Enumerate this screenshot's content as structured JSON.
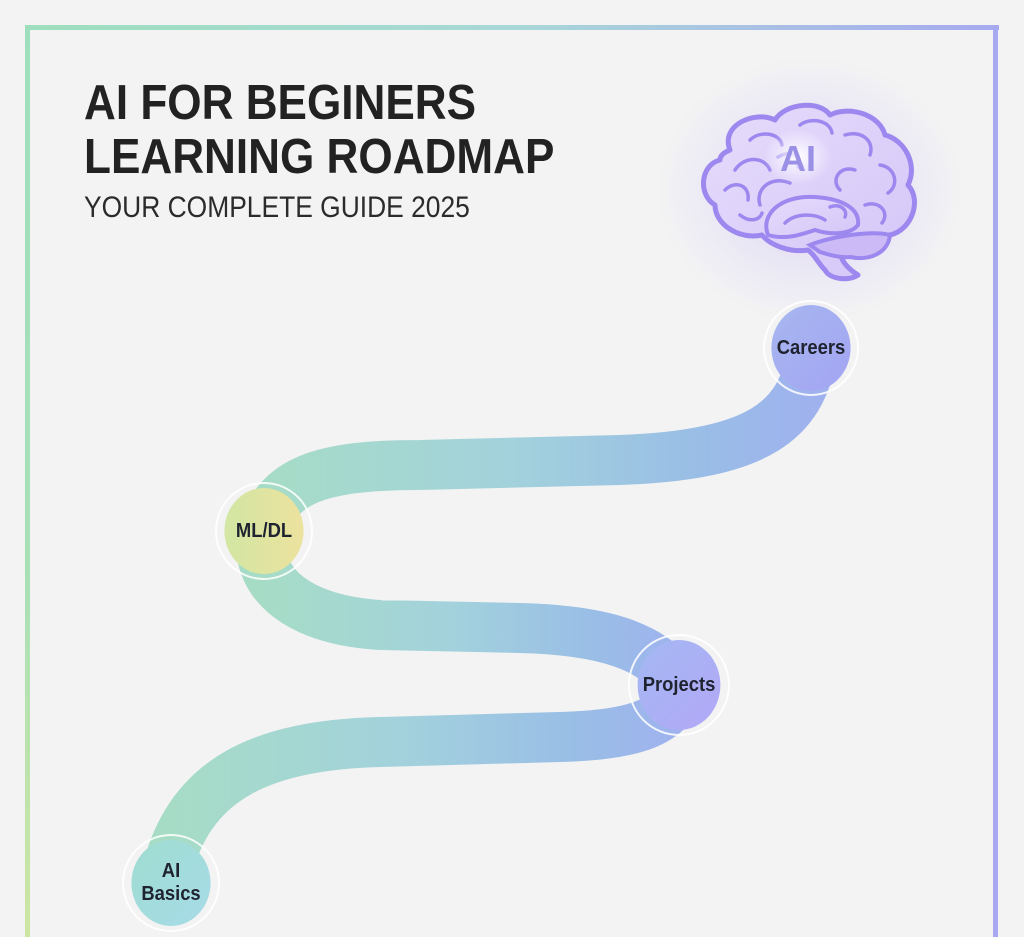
{
  "title": {
    "line1": "AI FOR BEGINERS",
    "line2": "LEARNING ROADMAP",
    "subtitle": "YOUR COMPLETE GUIDE 2025"
  },
  "brain": {
    "label": "AI",
    "icon": "brain-icon",
    "outline_color": "#9c88ee",
    "fill_color": "#ddd2fa"
  },
  "roadmap": {
    "stops": [
      {
        "label_line1": "AI",
        "label_line2": "Basics",
        "color_from": "#9fdcd0",
        "color_to": "#a7dbe8"
      },
      {
        "label": "Projects",
        "color_from": "#a4b8f3",
        "color_to": "#b2a8f6"
      },
      {
        "label": "ML/DL",
        "color_from": "#d2e6a3",
        "color_to": "#ece29e"
      },
      {
        "label": "Careers",
        "color_from": "#a4acf2",
        "color_to": "#a6b7f0"
      }
    ],
    "path_gradient": [
      "#a6dcc6",
      "#a3d2dc",
      "#99bde6",
      "#9fb2ee"
    ]
  },
  "frame": {
    "colors": [
      "#9ddfbd",
      "#a7aaf0",
      "#cde6a2"
    ]
  }
}
